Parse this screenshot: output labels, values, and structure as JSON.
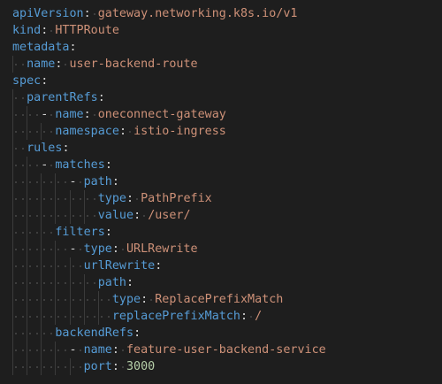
{
  "editor": {
    "language": "yaml",
    "colors": {
      "background": "#1e1e1e",
      "key": "#569cd6",
      "string": "#ce9178",
      "number": "#b5cea8",
      "punctuation": "#d4d4d4",
      "whitespace_dot": "#4a4a4a",
      "indent_guide": "#3b3b3b"
    },
    "lines": [
      {
        "indent": 0,
        "dash": false,
        "key": "apiVersion",
        "value": "gateway.networking.k8s.io/v1",
        "vtype": "string"
      },
      {
        "indent": 0,
        "dash": false,
        "key": "kind",
        "value": "HTTPRoute",
        "vtype": "string"
      },
      {
        "indent": 0,
        "dash": false,
        "key": "metadata",
        "value": "",
        "vtype": "none"
      },
      {
        "indent": 2,
        "dash": false,
        "key": "name",
        "value": "user-backend-route",
        "vtype": "string"
      },
      {
        "indent": 0,
        "dash": false,
        "key": "spec",
        "value": "",
        "vtype": "none"
      },
      {
        "indent": 2,
        "dash": false,
        "key": "parentRefs",
        "value": "",
        "vtype": "none"
      },
      {
        "indent": 4,
        "dash": true,
        "key": "name",
        "value": "oneconnect-gateway",
        "vtype": "string"
      },
      {
        "indent": 6,
        "dash": false,
        "key": "namespace",
        "value": "istio-ingress",
        "vtype": "string"
      },
      {
        "indent": 2,
        "dash": false,
        "key": "rules",
        "value": "",
        "vtype": "none"
      },
      {
        "indent": 4,
        "dash": true,
        "key": "matches",
        "value": "",
        "vtype": "none"
      },
      {
        "indent": 8,
        "dash": true,
        "key": "path",
        "value": "",
        "vtype": "none"
      },
      {
        "indent": 12,
        "dash": false,
        "key": "type",
        "value": "PathPrefix",
        "vtype": "string"
      },
      {
        "indent": 12,
        "dash": false,
        "key": "value",
        "value": "/user/",
        "vtype": "string"
      },
      {
        "indent": 6,
        "dash": false,
        "key": "filters",
        "value": "",
        "vtype": "none"
      },
      {
        "indent": 8,
        "dash": true,
        "key": "type",
        "value": "URLRewrite",
        "vtype": "string"
      },
      {
        "indent": 10,
        "dash": false,
        "key": "urlRewrite",
        "value": "",
        "vtype": "none"
      },
      {
        "indent": 12,
        "dash": false,
        "key": "path",
        "value": "",
        "vtype": "none"
      },
      {
        "indent": 14,
        "dash": false,
        "key": "type",
        "value": "ReplacePrefixMatch",
        "vtype": "string"
      },
      {
        "indent": 14,
        "dash": false,
        "key": "replacePrefixMatch",
        "value": "/",
        "vtype": "string"
      },
      {
        "indent": 6,
        "dash": false,
        "key": "backendRefs",
        "value": "",
        "vtype": "none"
      },
      {
        "indent": 8,
        "dash": true,
        "key": "name",
        "value": "feature-user-backend-service",
        "vtype": "string"
      },
      {
        "indent": 10,
        "dash": false,
        "key": "port",
        "value": "3000",
        "vtype": "number"
      }
    ]
  }
}
